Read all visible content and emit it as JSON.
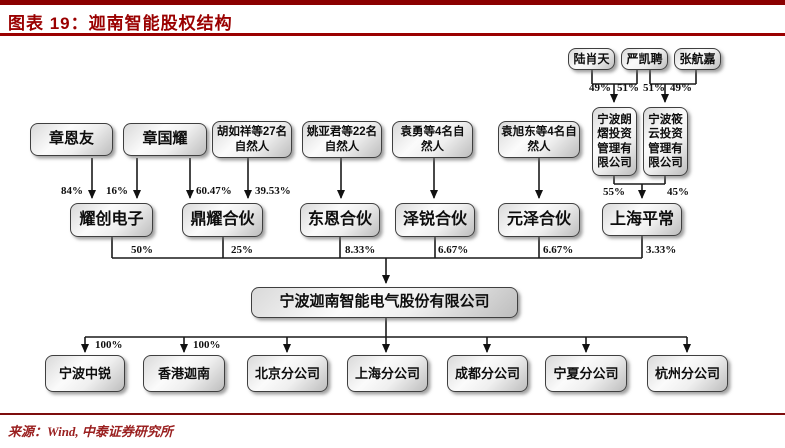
{
  "header": {
    "title": "图表 19：迦南智能股权结构"
  },
  "footer": {
    "source": "来源：Wind, 中泰证券研究所"
  },
  "colors": {
    "accent_red": "#9a0000",
    "line_black": "#1a1a1a",
    "box_border": "#3f3f3f"
  },
  "org": {
    "top_shareholders": [
      {
        "label": "陆肖天"
      },
      {
        "label": "严凯聘"
      },
      {
        "label": "张航嘉"
      }
    ],
    "holding_companies": [
      {
        "label": "宁波朗熠投资管理有限公司"
      },
      {
        "label": "宁波筱云投资管理有限公司"
      }
    ],
    "founder_groups": [
      {
        "label": "章恩友"
      },
      {
        "label": "章国耀"
      },
      {
        "label": "胡如祥等27名自然人"
      },
      {
        "label": "姚亚君等22名自然人"
      },
      {
        "label": "袁勇等4名自然人"
      },
      {
        "label": "袁旭东等4名自然人"
      }
    ],
    "mid_entities": [
      {
        "label": "耀创电子"
      },
      {
        "label": "鼎耀合伙"
      },
      {
        "label": "东恩合伙"
      },
      {
        "label": "泽锐合伙"
      },
      {
        "label": "元泽合伙"
      },
      {
        "label": "上海平常"
      }
    ],
    "parent_company": {
      "label": "宁波迦南智能电气股份有限公司"
    },
    "subsidiaries": [
      {
        "label": "宁波中锐"
      },
      {
        "label": "香港迦南"
      },
      {
        "label": "北京分公司"
      },
      {
        "label": "上海分公司"
      },
      {
        "label": "成都分公司"
      },
      {
        "label": "宁夏分公司"
      },
      {
        "label": "杭州分公司"
      }
    ],
    "stakes": [
      {
        "from": "陆肖天",
        "to": "宁波朗熠投资管理有限公司",
        "value": "49%"
      },
      {
        "from": "严凯聘",
        "to": "宁波朗熠投资管理有限公司",
        "value": "51%"
      },
      {
        "from": "严凯聘",
        "to": "宁波筱云投资管理有限公司",
        "value": "51%"
      },
      {
        "from": "张航嘉",
        "to": "宁波筱云投资管理有限公司",
        "value": "49%"
      },
      {
        "from": "章恩友",
        "to": "耀创电子",
        "value": "84%"
      },
      {
        "from": "章国耀",
        "to": "耀创电子",
        "value": "16%"
      },
      {
        "from": "章国耀",
        "to": "鼎耀合伙",
        "value": "60.47%"
      },
      {
        "from": "胡如祥等27名自然人",
        "to": "鼎耀合伙",
        "value": "39.53%"
      },
      {
        "from": "宁波朗熠投资管理有限公司",
        "to": "上海平常",
        "value": "55%"
      },
      {
        "from": "宁波筱云投资管理有限公司",
        "to": "上海平常",
        "value": "45%"
      },
      {
        "from": "耀创电子",
        "to": "宁波迦南智能电气股份有限公司",
        "value": "50%"
      },
      {
        "from": "鼎耀合伙",
        "to": "宁波迦南智能电气股份有限公司",
        "value": "25%"
      },
      {
        "from": "东恩合伙",
        "to": "宁波迦南智能电气股份有限公司",
        "value": "8.33%"
      },
      {
        "from": "泽锐合伙",
        "to": "宁波迦南智能电气股份有限公司",
        "value": "6.67%"
      },
      {
        "from": "元泽合伙",
        "to": "宁波迦南智能电气股份有限公司",
        "value": "6.67%"
      },
      {
        "from": "上海平常",
        "to": "宁波迦南智能电气股份有限公司",
        "value": "3.33%"
      },
      {
        "from": "宁波迦南智能电气股份有限公司",
        "to": "宁波中锐",
        "value": "100%"
      },
      {
        "from": "宁波迦南智能电气股份有限公司",
        "to": "香港迦南",
        "value": "100%"
      }
    ]
  }
}
